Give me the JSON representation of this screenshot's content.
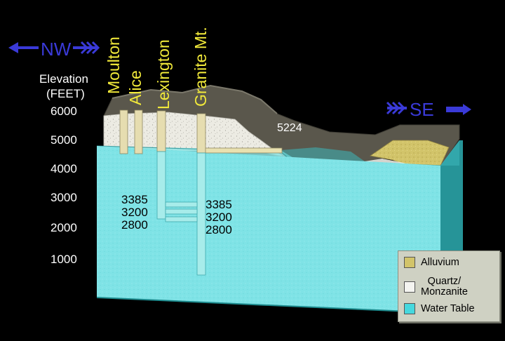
{
  "directions": {
    "left": "NW",
    "right": "SE"
  },
  "elevation_axis": {
    "label_line1": "Elevation",
    "label_line2": "(FEET)",
    "ticks": [
      "6000",
      "5000",
      "4000",
      "3000",
      "2000",
      "1000"
    ]
  },
  "mines": [
    "Moulton",
    "Alice",
    "Lexington",
    "Granite Mt."
  ],
  "peak_elevation": "5224",
  "shaft_depths_left": [
    "3385",
    "3200",
    "2800"
  ],
  "shaft_depths_right": [
    "3385",
    "3200",
    "2800"
  ],
  "legend": {
    "items": [
      {
        "label": "Alluvium",
        "color": "#d2c46a"
      },
      {
        "label": "Quartz/\nMonzanite",
        "color": "#f4f4f0"
      },
      {
        "label": "Water Table",
        "color": "#46d8de"
      }
    ]
  },
  "colors": {
    "water_top": "#8fe6e6",
    "water_front": "#7fe3e6",
    "water_side": "#2aa4a8",
    "rock": "#5a574c",
    "quartz": "#ecebe3",
    "alluvium": "#d2c46a",
    "arrow": "#3a3ad8",
    "mine_label": "#f2ea3a"
  }
}
